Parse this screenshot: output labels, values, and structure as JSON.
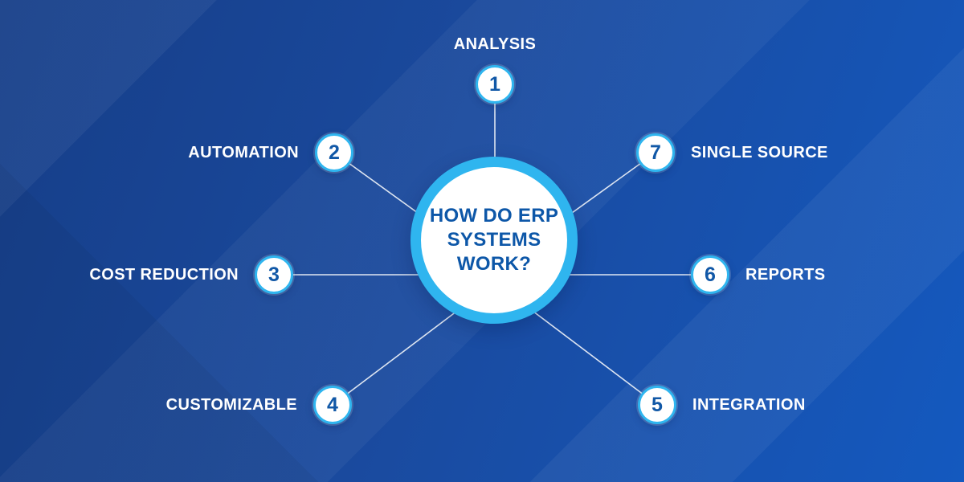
{
  "center": {
    "title": "HOW DO ERP SYSTEMS WORK?"
  },
  "nodes": [
    {
      "number": "1",
      "label": "ANALYSIS",
      "position": "top"
    },
    {
      "number": "2",
      "label": "AUTOMATION",
      "position": "upper-left"
    },
    {
      "number": "3",
      "label": "COST REDUCTION",
      "position": "left"
    },
    {
      "number": "4",
      "label": "CUSTOMIZABLE",
      "position": "lower-left"
    },
    {
      "number": "5",
      "label": "INTEGRATION",
      "position": "lower-right"
    },
    {
      "number": "6",
      "label": "REPORTS",
      "position": "right"
    },
    {
      "number": "7",
      "label": "SINGLE SOURCE",
      "position": "upper-right"
    }
  ],
  "colors": {
    "background_dark": "#163e88",
    "background_bright": "#1459bf",
    "accent_cyan": "#2fb5ef",
    "circle_fill": "#ffffff",
    "number_blue": "#1158a7",
    "title_blue": "#0d57a8",
    "label_white": "#ffffff",
    "connector_line": "#e9eef6"
  }
}
